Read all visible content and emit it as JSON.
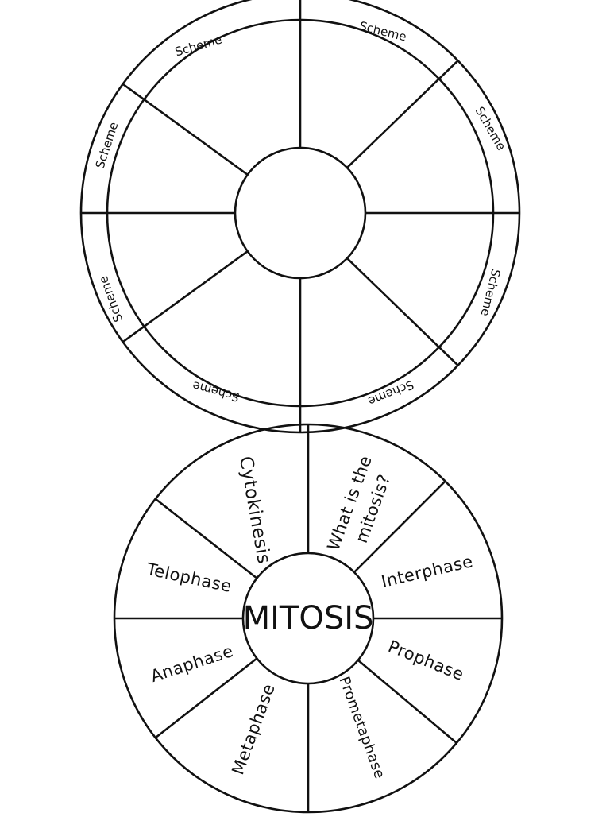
{
  "top_wheel": {
    "ring_labels": [
      "Scheme",
      "Scheme",
      "Scheme",
      "Scheme",
      "Scheme",
      "Scheme",
      "Scheme",
      "Scheme"
    ]
  },
  "bottom_wheel": {
    "center_label": "MITOSIS",
    "sector_labels": [
      [
        "What is the",
        "mitosis?"
      ],
      [
        "Interphase"
      ],
      [
        "Prophase"
      ],
      [
        "Prometaphase"
      ],
      [
        "Metaphase"
      ],
      [
        "Anaphase"
      ],
      [
        "Telophase"
      ],
      [
        "Cytokinesis"
      ]
    ]
  }
}
